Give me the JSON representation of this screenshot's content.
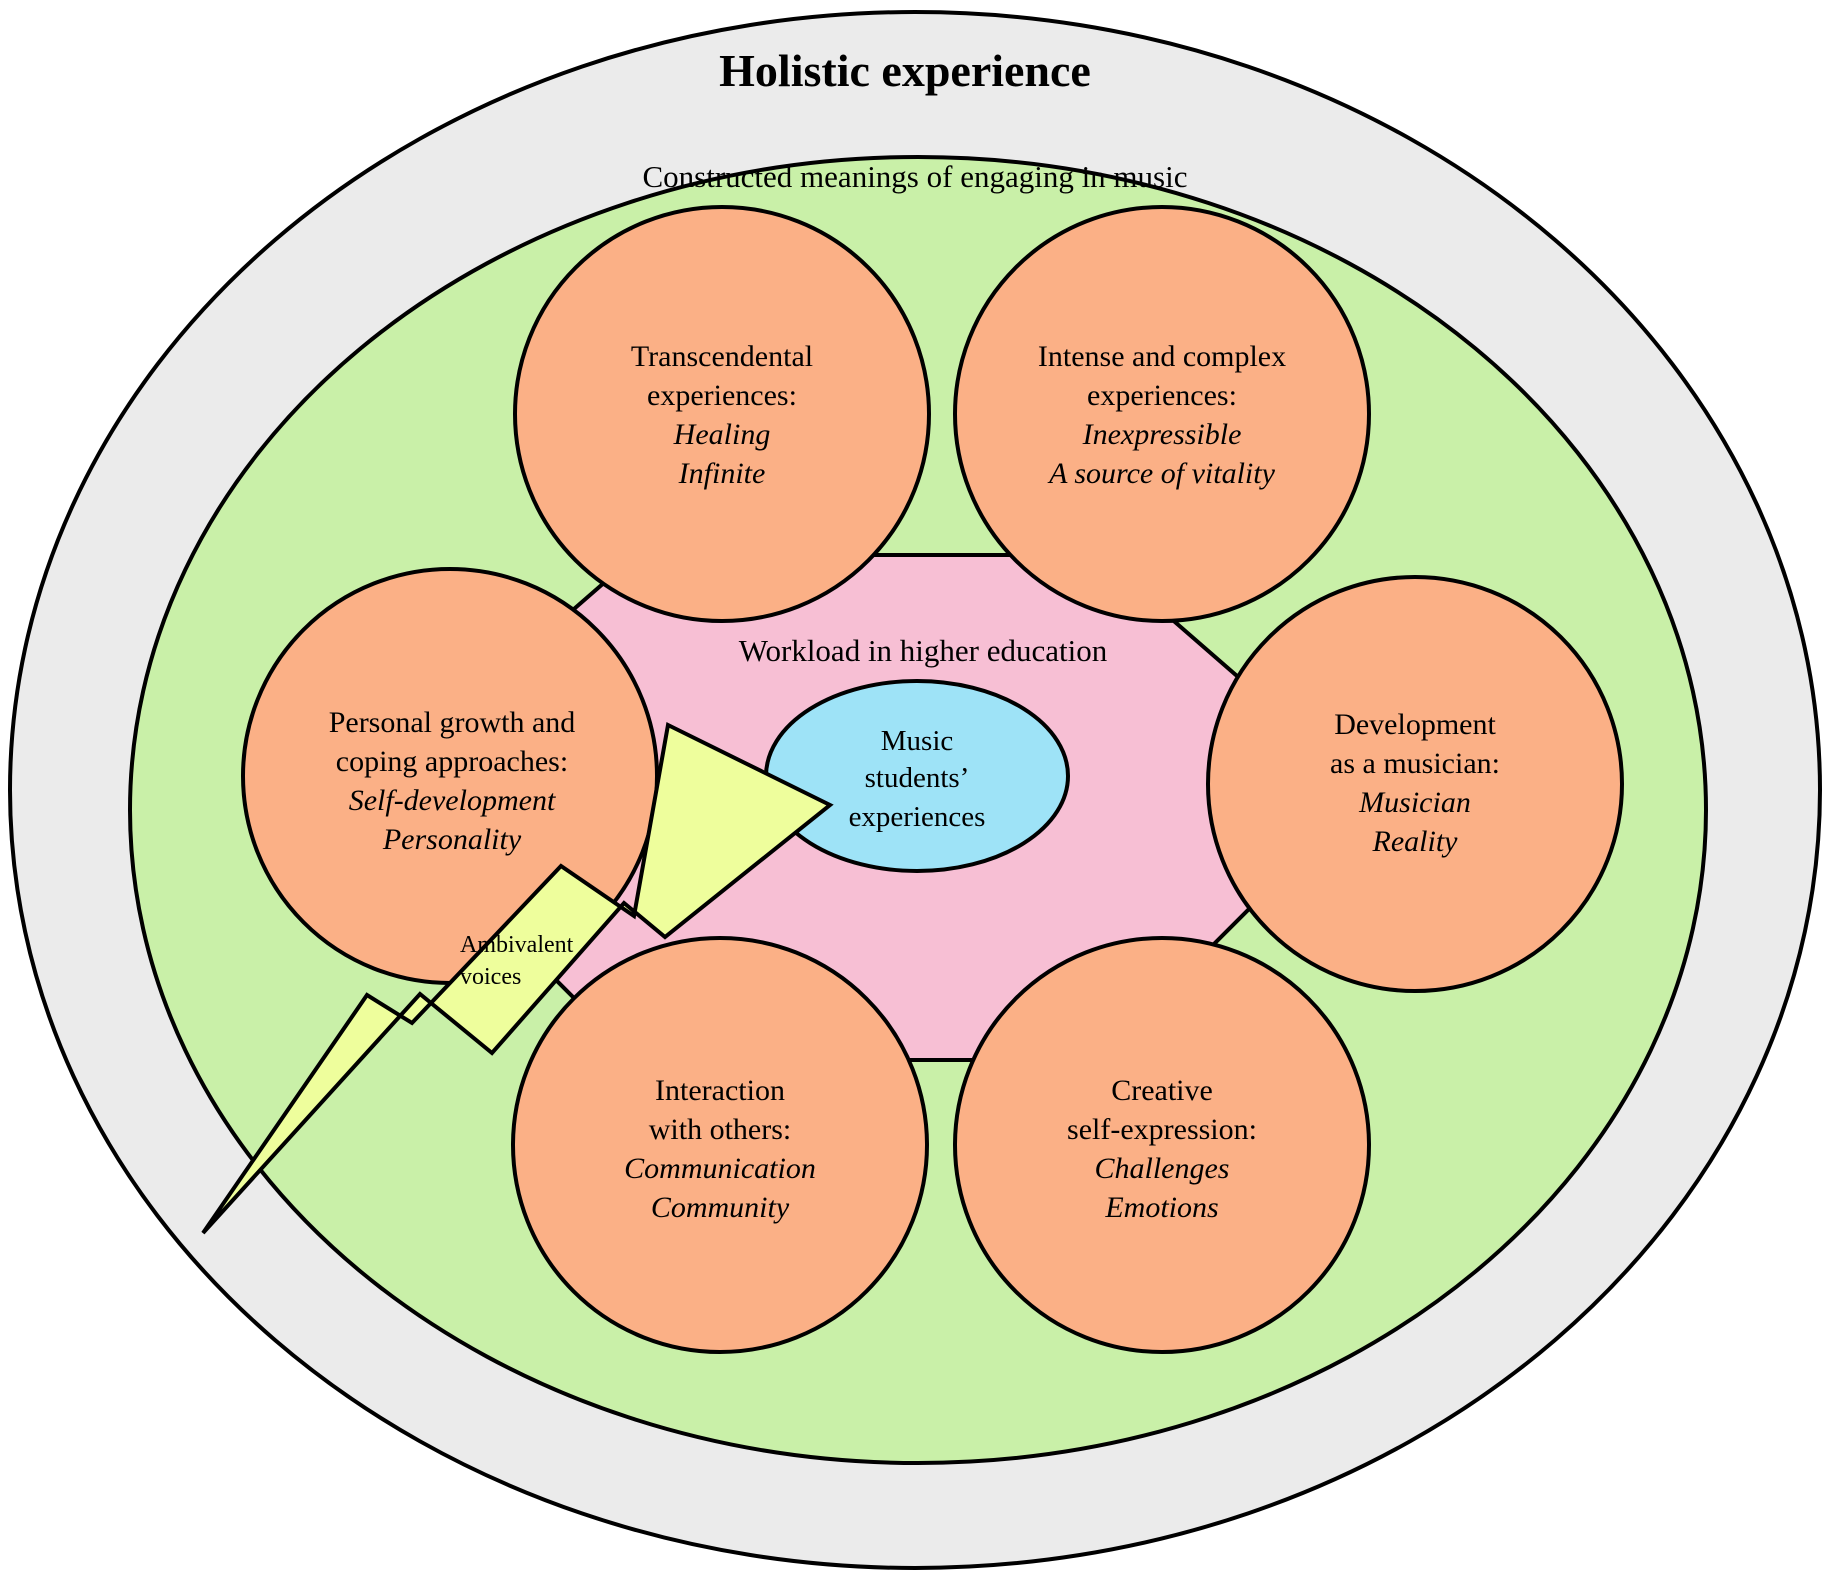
{
  "title": "Holistic experience",
  "ring_label": "Constructed meanings of engaging in music",
  "workload_label": "Workload in higher education",
  "center": {
    "lines": [
      "Music",
      "students’",
      "experiences"
    ]
  },
  "circles": [
    {
      "id": "transcendental",
      "heading": [
        "Transcendental",
        "experiences:"
      ],
      "themes": [
        "Healing",
        "Infinite"
      ]
    },
    {
      "id": "intense",
      "heading": [
        "Intense and complex",
        "experiences:"
      ],
      "themes": [
        "Inexpressible",
        "A source of vitality"
      ]
    },
    {
      "id": "personal-growth",
      "heading": [
        "Personal growth and",
        "coping approaches:"
      ],
      "themes": [
        "Self-development",
        "Personality"
      ]
    },
    {
      "id": "development",
      "heading": [
        "Development",
        "as a musician:"
      ],
      "themes": [
        "Musician",
        "Reality"
      ]
    },
    {
      "id": "interaction",
      "heading": [
        "Interaction",
        "with others:"
      ],
      "themes": [
        "Communication",
        "Community"
      ]
    },
    {
      "id": "creative",
      "heading": [
        "Creative",
        "self-expression:"
      ],
      "themes": [
        "Challenges",
        "Emotions"
      ]
    }
  ],
  "bolt_label": [
    "Ambivalent",
    "voices"
  ],
  "colors": {
    "outer_ring": "#ebebeb",
    "meanings_ring": "#c9f0a8",
    "workload": "#f7bfd4",
    "circle": "#fbb086",
    "center": "#9ee3f7",
    "bolt": "#eefe9c",
    "stroke": "#000000"
  }
}
